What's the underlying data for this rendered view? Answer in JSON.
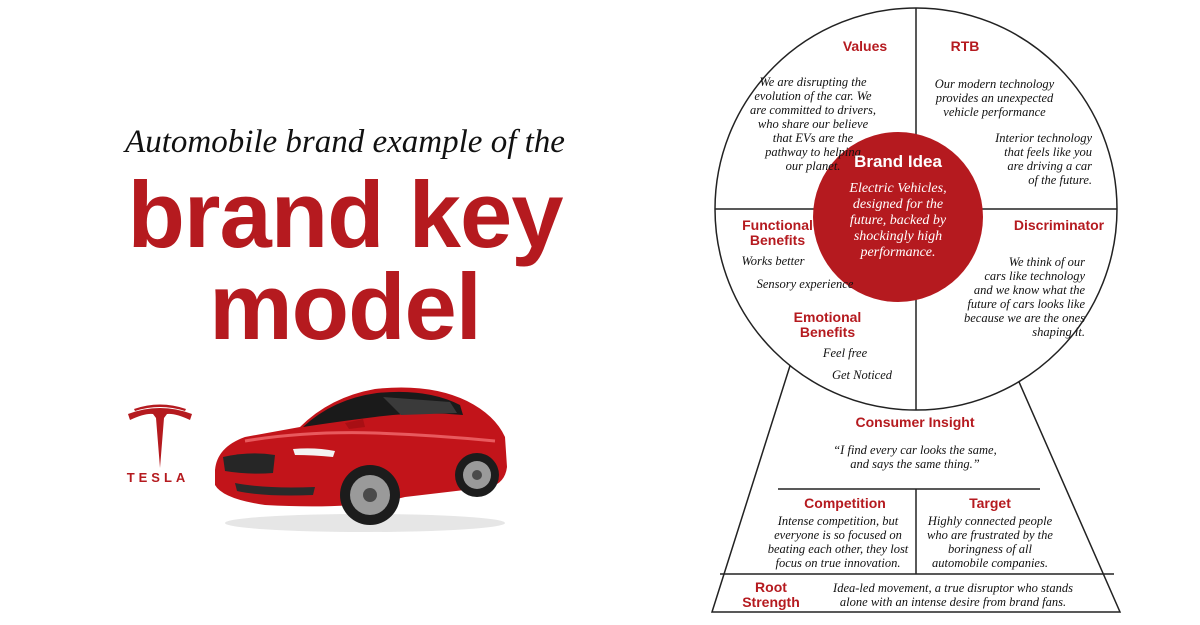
{
  "left": {
    "subtitle": "Automobile brand example of the",
    "title_line1": "brand key",
    "title_line2": "model",
    "logo_text": "TESLA"
  },
  "diagram": {
    "values": {
      "heading": "Values",
      "text": "We are disrupting the\nevolution of the car. We\nare committed to drivers,\nwho share our believe\nthat EVs are the\npathway to helping\nour planet."
    },
    "rtb": {
      "heading": "RTB",
      "text1": "Our modern technology\nprovides  an unexpected\nvehicle performance",
      "text2": "Interior technology\nthat feels like you\nare driving a car\nof the future."
    },
    "brand_idea": {
      "heading": "Brand Idea",
      "text": "Electric Vehicles,\ndesigned for the\nfuture, backed by\nshockingly high\nperformance."
    },
    "functional_benefits": {
      "heading": "Functional\nBenefits",
      "items": [
        "Works better",
        "Sensory experience"
      ]
    },
    "discriminator": {
      "heading": "Discriminator",
      "text": "We think of our\ncars like technology\nand we know what the\nfuture  of cars looks like\nbecause we are the ones\nshaping it."
    },
    "emotional_benefits": {
      "heading": "Emotional\nBenefits",
      "items": [
        "Feel free",
        "Get Noticed"
      ]
    },
    "consumer_insight": {
      "heading": "Consumer Insight",
      "text": "“I find every car looks the same,\nand says the same thing.”"
    },
    "competition": {
      "heading": "Competition",
      "text": "Intense competition, but\neveryone is so focused on\nbeating each other, they lost\nfocus on true innovation."
    },
    "target": {
      "heading": "Target",
      "text": "Highly connected people\nwho are frustrated by the\nboringness of all\nautomobile companies."
    },
    "root_strength": {
      "heading": "Root\nStrength",
      "text": "Idea-led movement, a true disruptor who stands\nalone with an intense desire from brand fans."
    },
    "colors": {
      "accent": "#b51a1f",
      "line": "#222222"
    }
  }
}
